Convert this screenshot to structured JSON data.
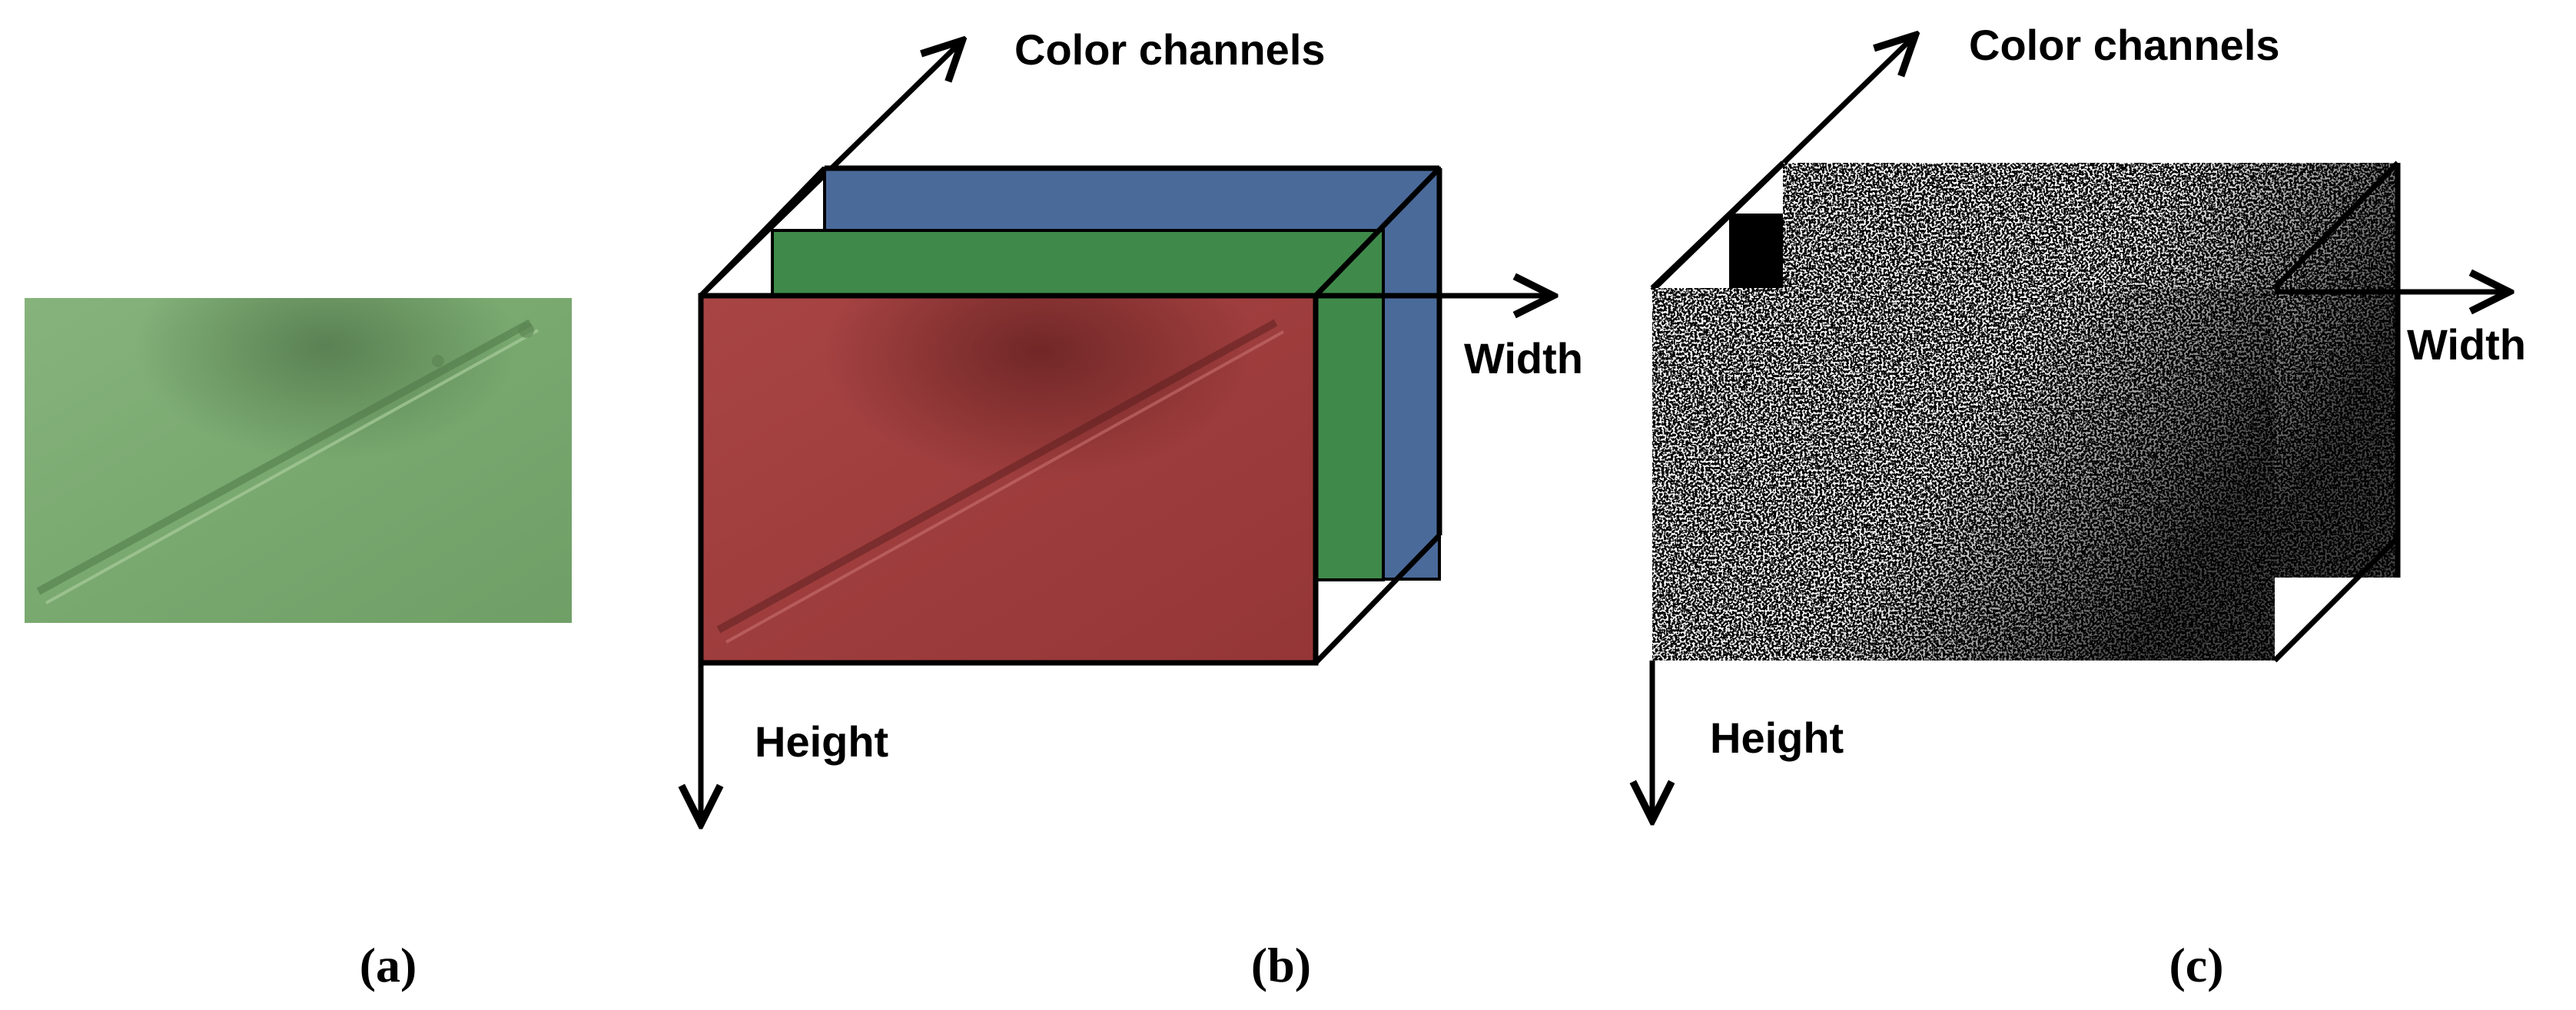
{
  "panels": {
    "a": {
      "caption": "(a)"
    },
    "b": {
      "caption": "(b)",
      "axis_labels": {
        "channels": "Color channels",
        "width": "Width",
        "height": "Height"
      }
    },
    "c": {
      "caption": "(c)",
      "axis_labels": {
        "channels": "Color channels",
        "width": "Width",
        "height": "Height"
      }
    }
  },
  "colors": {
    "green_image": "#7fae74",
    "red_channel": "#a03c3c",
    "green_channel": "#3f8a4a",
    "blue_channel": "#4a6a9a",
    "edge": "#000000",
    "arrow": "#000000"
  }
}
